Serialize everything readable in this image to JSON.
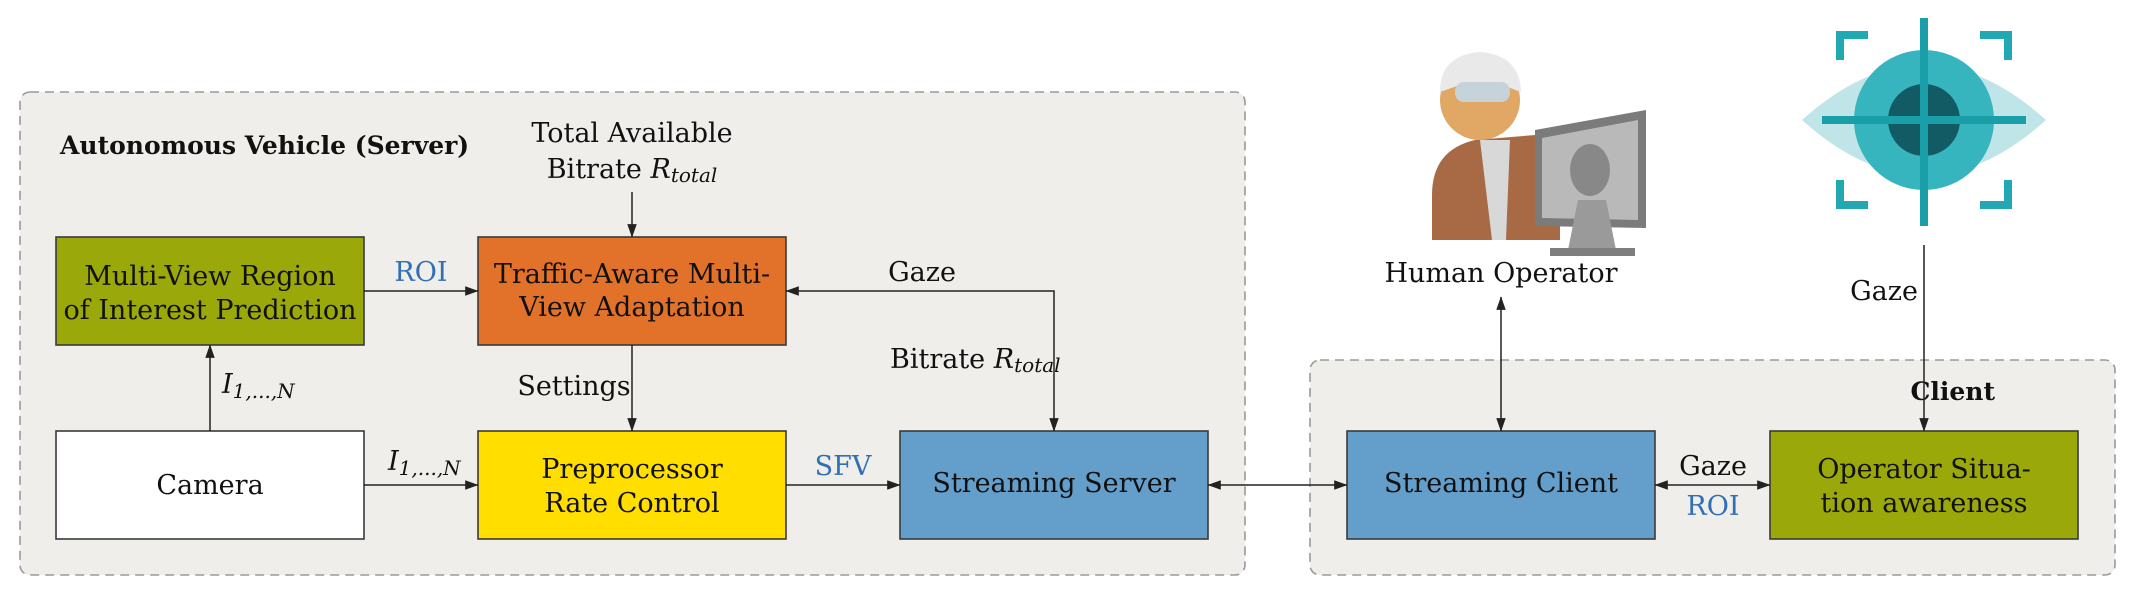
{
  "server": {
    "title": "Autonomous Vehicle (Server)"
  },
  "client": {
    "title": "Client"
  },
  "nodes": {
    "roi_prediction": {
      "line1": "Multi-View Region",
      "line2": "of Interest Prediction",
      "color": "#9aa80a"
    },
    "traffic_aware": {
      "line1": "Traffic-Aware Multi-",
      "line2": "View Adaptation",
      "color": "#e2712a"
    },
    "camera": {
      "label": "Camera",
      "color": "#ffffff"
    },
    "preprocessor": {
      "line1": "Preprocessor",
      "line2": "Rate Control",
      "color": "#ffde00"
    },
    "streaming_server": {
      "label": "Streaming Server",
      "color": "#649fcb"
    },
    "streaming_client": {
      "label": "Streaming Client",
      "color": "#649fcb"
    },
    "operator_awareness": {
      "line1": "Operator Situa-",
      "line2": "tion awareness",
      "color": "#9aa80a"
    }
  },
  "labels": {
    "total_bitrate_line1": "Total Available",
    "total_bitrate_line2": "Bitrate",
    "r_symbol": "R",
    "r_total_sub": "total",
    "roi": "ROI",
    "gaze_top": "Gaze",
    "bitrate_server": "Bitrate",
    "settings": "Settings",
    "i_symbol": "I",
    "i_sub": "1,...,N",
    "sfv": "SFV",
    "gaze_client": "Gaze",
    "roi_client": "ROI",
    "human_operator": "Human Operator",
    "gaze_eye": "Gaze"
  },
  "icons": {
    "operator": "human-operator-icon",
    "eye": "eye-tracking-icon"
  }
}
